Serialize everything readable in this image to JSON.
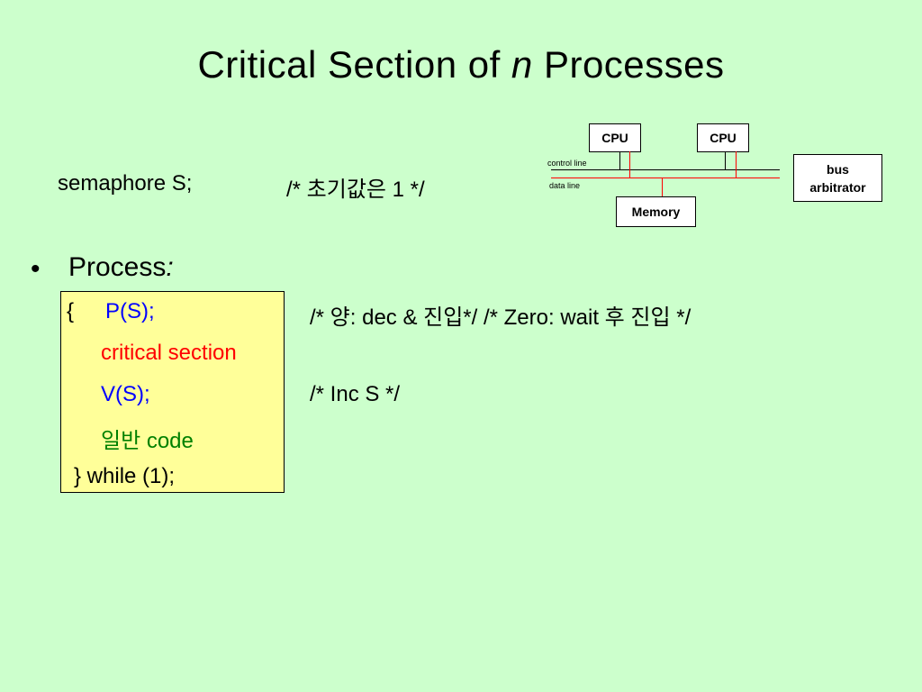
{
  "slide": {
    "title_before": "Critical Section of ",
    "title_italic": "n",
    "title_after": " Processes",
    "semaphore_decl": "semaphore S;",
    "semaphore_comment": "/* 초기값은 1 */",
    "bullet_symbol": "•",
    "bullet_label": "Process",
    "bullet_colon": ":",
    "code": {
      "open": "{",
      "p_call": "P(S);",
      "critical": "critical section",
      "v_call": "V(S);",
      "general": "일반 code",
      "close": "} while (1);"
    },
    "comment_p": "/* 양: dec & 진입*/   /* Zero:  wait 후 진입 */",
    "comment_v": "/* Inc  S */"
  },
  "diagram": {
    "cpu1": "CPU",
    "cpu2": "CPU",
    "memory": "Memory",
    "bus_arbitrator": "bus arbitrator",
    "control_line": "control line",
    "data_line": "data line",
    "colors": {
      "control_line": "#000000",
      "data_line": "#ff0000"
    }
  }
}
